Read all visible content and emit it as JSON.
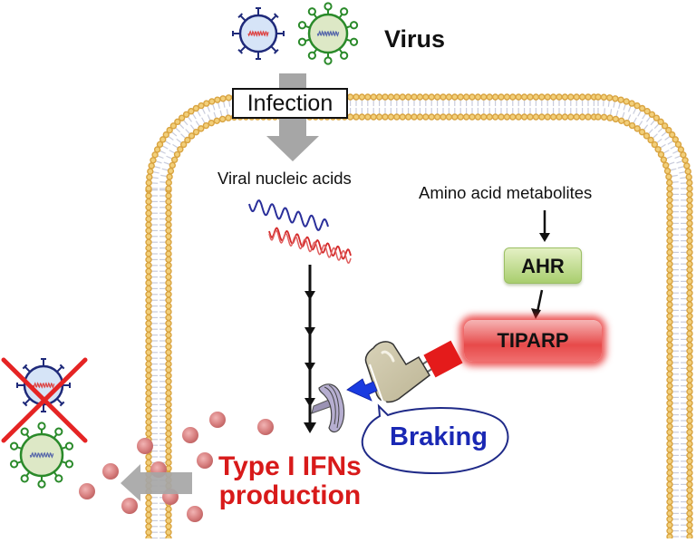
{
  "diagram": {
    "title_label": "Virus",
    "infection_label": "Infection",
    "nucleic_acids_label": "Viral nucleic acids",
    "metabolites_label": "Amino acid metabolites",
    "ahr_label": "AHR",
    "tiparp_label": "TIPARP",
    "braking_label": "Braking",
    "output_label_line1": "Type I IFNs",
    "output_label_line2": "production",
    "icons": [
      "virus-blue-icon",
      "virus-green-icon",
      "cell-membrane",
      "infection-arrow",
      "rna-strands-icon",
      "signal-pathway-arrow",
      "brake-pedal-icon",
      "brake-pad-icon",
      "blue-push-arrow",
      "ifn-molecule-dots",
      "secretion-arrow",
      "red-x-icon"
    ],
    "colors": {
      "virus_blue": "#1f2a7a",
      "virus_green": "#2a8a2a",
      "membrane_bead": "#d9a441",
      "ahr_green": "#a9ce6e",
      "tiparp_red": "#e52020",
      "ifn_red": "#d81a1a",
      "braking_blue": "#1a28b4",
      "ifn_dot": "#d98282",
      "arrow_grey": "#a6a6a6"
    }
  }
}
